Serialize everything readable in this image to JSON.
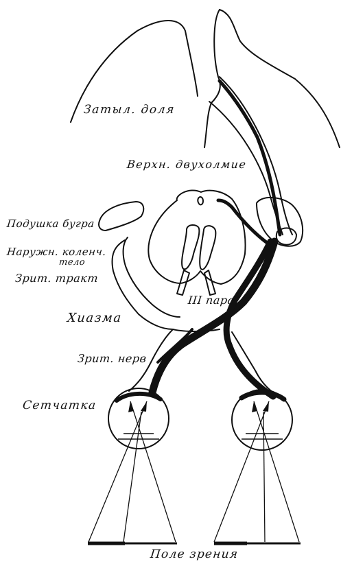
{
  "labels": {
    "occipital_lobe": "Затыл. доля",
    "superior_colliculus": "Верхн. двухолмие",
    "pulvinar": "Подушка бугра",
    "lateral_geniculate_line1": "Наружн. коленч.",
    "lateral_geniculate_line2": "тело",
    "optic_tract": "Зрит. тракт",
    "third_nerve": "III пара",
    "chiasm": "Хиазма",
    "optic_nerve": "Зрит. нерв",
    "retina": "Сетчатка",
    "visual_field": "Поле зрения"
  },
  "colors": {
    "ink": "#111111",
    "background": "#ffffff"
  }
}
